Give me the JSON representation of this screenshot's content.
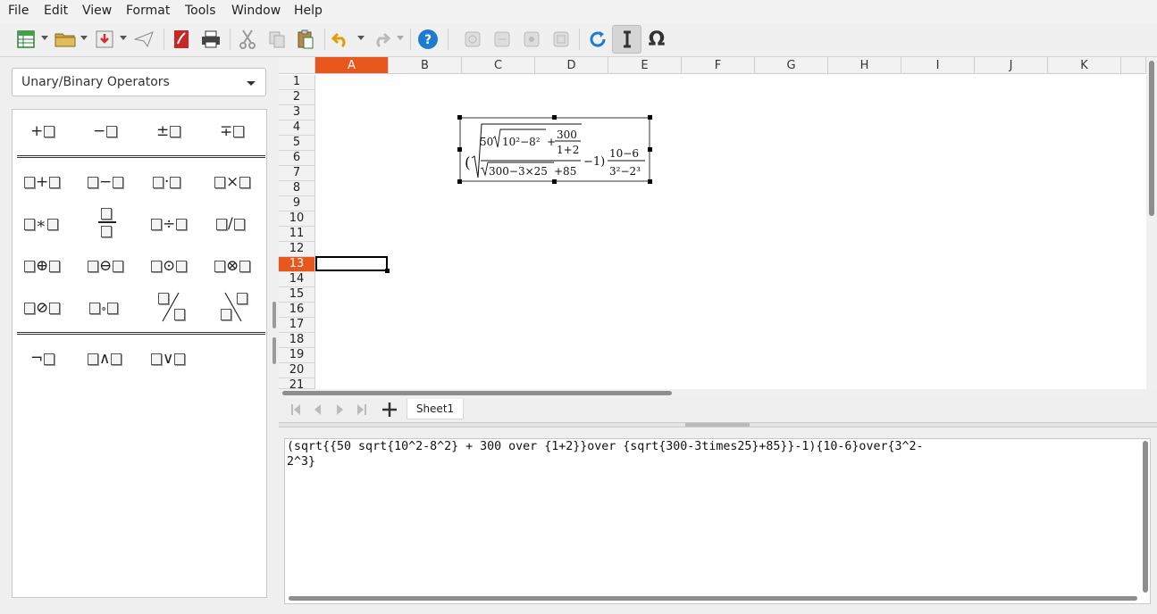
{
  "menu": [
    "File",
    "Edit",
    "View",
    "Format",
    "Tools",
    "Window",
    "Help"
  ],
  "elements_category": "Unary/Binary Operators",
  "columns": [
    "A",
    "B",
    "C",
    "D",
    "E",
    "F",
    "G",
    "H",
    "I",
    "J",
    "K"
  ],
  "active_column": "A",
  "rows": [
    "1",
    "2",
    "3",
    "4",
    "5",
    "6",
    "7",
    "8",
    "9",
    "10",
    "11",
    "12",
    "13",
    "14",
    "15",
    "16",
    "17",
    "18",
    "19",
    "20",
    "21"
  ],
  "active_row": "13",
  "sheet_tab": "Sheet1",
  "formula": {
    "coef": "50",
    "inner_radicand": "10²−8²",
    "frac_num": "300",
    "frac_den": "1+2",
    "den_radicand": "300−3×25",
    "den_tail": "+85",
    "minus_one": "−1)",
    "right_num": "10−6",
    "right_den": "3²−2³"
  },
  "command_text": "(sqrt{{50 sqrt{10^2-8^2} + 300 over {1+2}}over {sqrt{300-3times25}+85}}-1){10-6}over{3^2-2^3}",
  "elements": {
    "unary_plus": "+",
    "unary_minus": "−",
    "plus_minus": "±",
    "minus_plus": "∓",
    "add": "+",
    "sub": "−",
    "cdot": "·",
    "times": "×",
    "ast": "∗",
    "div": "÷",
    "slash": "/",
    "oplus": "⊕",
    "ominus": "⊖",
    "odot": "⊙",
    "otimes": "⊗",
    "oslash": "⊘",
    "circ": "∘",
    "neg": "¬",
    "and": "∧",
    "or": "∨"
  }
}
